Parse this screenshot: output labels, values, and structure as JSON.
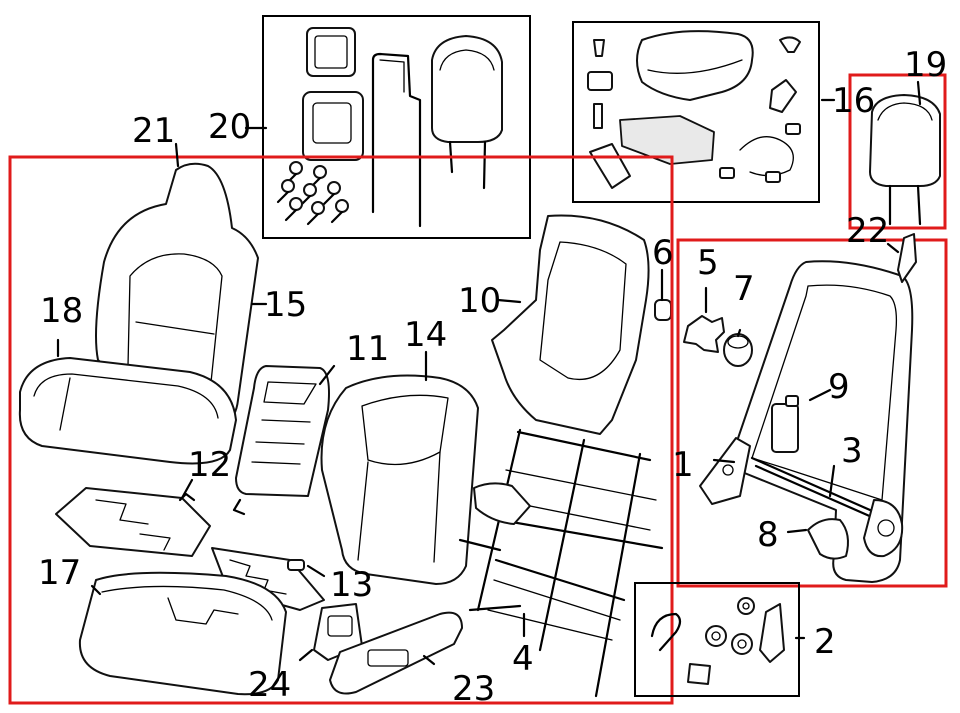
{
  "callouts": {
    "c1": "1",
    "c2": "2",
    "c3": "3",
    "c4": "4",
    "c5": "5",
    "c6": "6",
    "c7": "7",
    "c8": "8",
    "c9": "9",
    "c10": "10",
    "c11": "11",
    "c12": "12",
    "c13": "13",
    "c14": "14",
    "c15": "15",
    "c16": "16",
    "c17": "17",
    "c18": "18",
    "c19": "19",
    "c20": "20",
    "c21": "21",
    "c22": "22",
    "c23": "23",
    "c24": "24"
  },
  "colors": {
    "highlight": "#e01b1b",
    "line": "#000000",
    "background": "#ffffff"
  }
}
